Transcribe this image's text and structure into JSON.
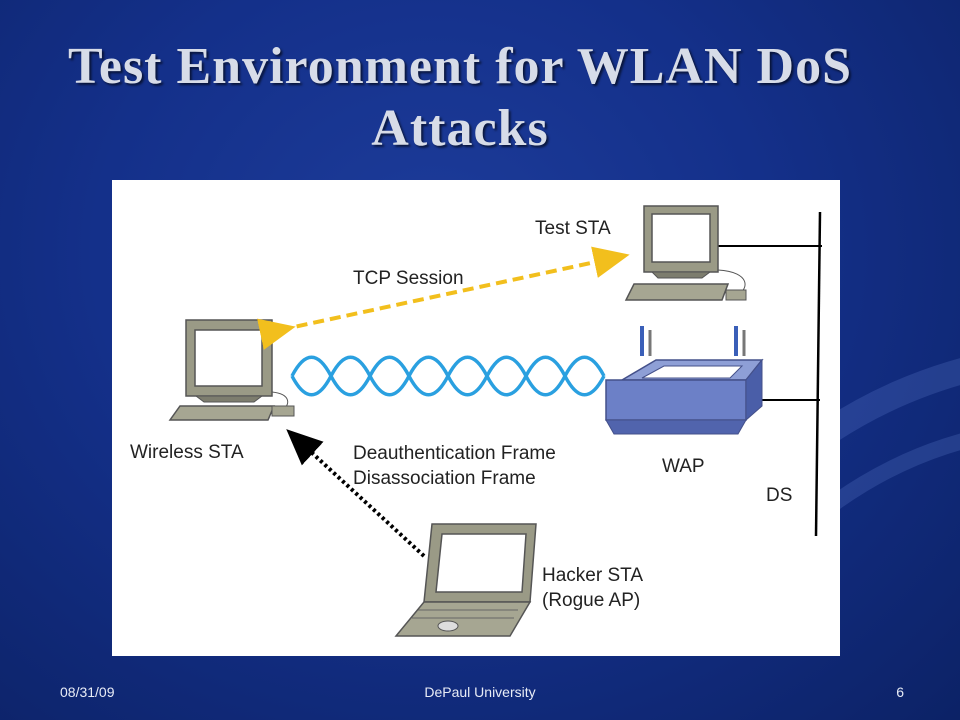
{
  "slide": {
    "title_line1": "Test Environment for WLAN DoS",
    "title_line2": "Attacks",
    "footer_date": "08/31/09",
    "footer_center": "DePaul University",
    "slide_number": "6"
  },
  "diagram": {
    "nodes": {
      "test_sta": "Test STA",
      "wireless_sta": "Wireless STA",
      "wap": "WAP",
      "ds": "DS",
      "hacker_line1": "Hacker STA",
      "hacker_line2": "(Rogue AP)"
    },
    "links": {
      "tcp_session": "TCP Session",
      "deauth": "Deauthentication Frame",
      "disassoc": "Disassociation Frame"
    }
  },
  "colors": {
    "background": "#14308a",
    "title_text": "#d7dce8",
    "tcp_arrow": "#f2bf1d",
    "wireless_wave": "#2aa0e0",
    "attack_arrow": "#000000"
  }
}
